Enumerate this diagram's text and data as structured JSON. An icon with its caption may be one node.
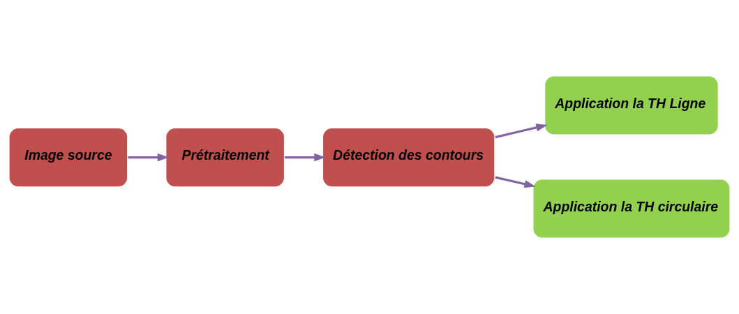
{
  "diagram": {
    "nodes": [
      {
        "text": [
          "Prétraitement"
        ]
      },
      {
        "text": [
          "Détection des contours"
        ]
      },
      {
        "text": [
          "Application la TH Ligne"
        ]
      },
      {
        "text": [
          "Image source"
        ]
      },
      {
        "text": [
          "Application la TH circulaire"
        ]
      }
    ],
    "edges": [
      {
        "from": 3,
        "to": 0,
        "arrow": "to"
      },
      {
        "from": 0,
        "to": 1,
        "arrow": "to"
      },
      {
        "from": 1,
        "to": 2,
        "arrow": "to"
      },
      {
        "from": 1,
        "to": 4,
        "arrow": "to"
      }
    ]
  }
}
